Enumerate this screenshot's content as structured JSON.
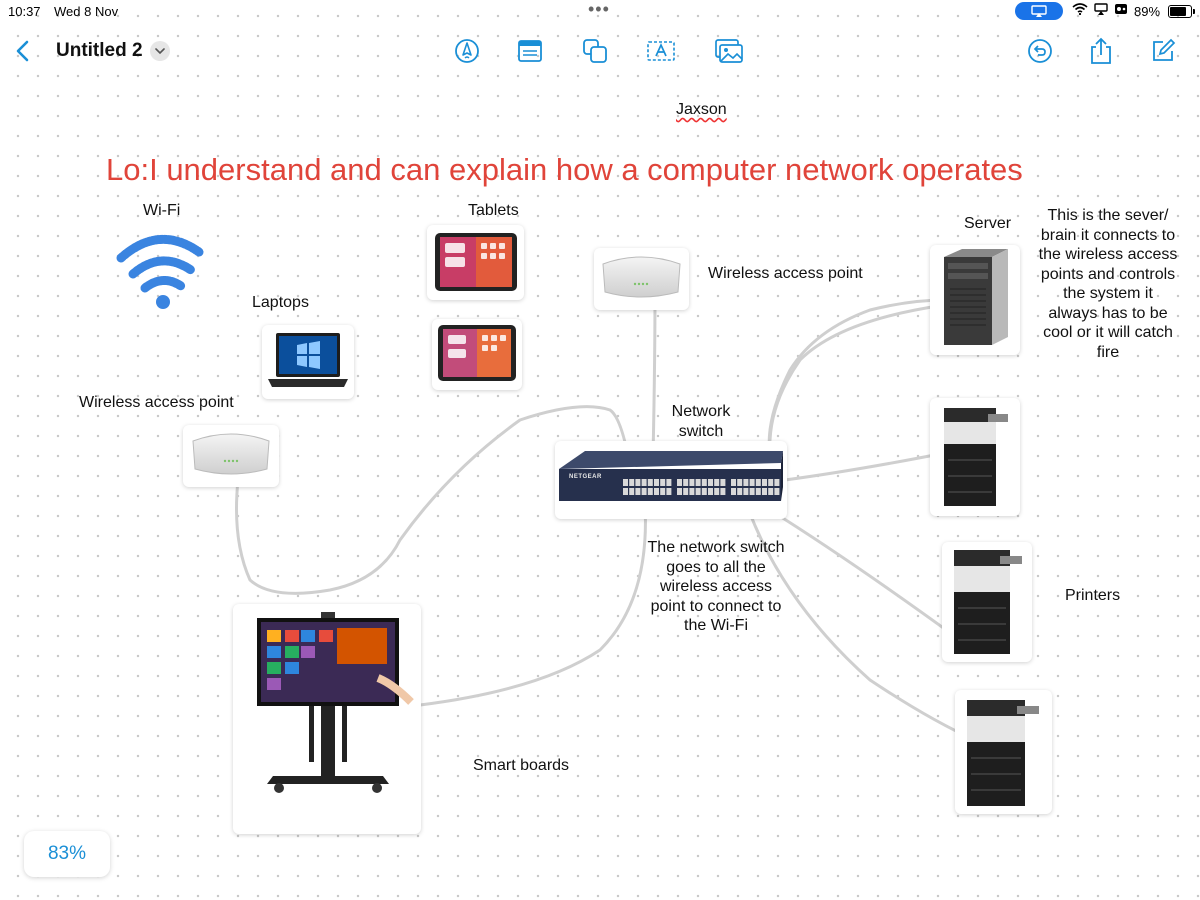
{
  "status_bar": {
    "time": "10:37",
    "date": "Wed 8 Nov",
    "battery": "89%",
    "battery_level": 0.89
  },
  "toolbar": {
    "title": "Untitled 2",
    "icons": [
      "back-chevron-icon",
      "pen-icon",
      "sticky-note-icon",
      "shapes-icon",
      "text-box-icon",
      "media-icon",
      "undo-icon",
      "share-icon",
      "compose-icon"
    ],
    "accent": "#1a8fd6"
  },
  "canvas": {
    "author": "Jaxson",
    "objective": "Lo:I understand and can explain how a computer network operates",
    "objective_color": "#e0443a",
    "labels": {
      "wifi": "Wi-Fi",
      "tablets": "Tablets",
      "laptops": "Laptops",
      "wap_top": "Wireless access point",
      "wap_left": "Wireless access point",
      "server": "Server",
      "server_note": [
        "This is the sever/",
        "brain it connects to",
        "the wireless access",
        "points and controls",
        "the system it",
        "always has to be",
        "cool or it will catch",
        "fire"
      ],
      "switch": [
        "Network",
        "switch"
      ],
      "switch_note": [
        "The network switch",
        "goes to all the",
        "wireless access",
        "point to connect to",
        "the Wi-Fi"
      ],
      "printers": "Printers",
      "smart_boards": "Smart boards",
      "switch_brand": "NETGEAR"
    }
  },
  "zoom": "83%"
}
